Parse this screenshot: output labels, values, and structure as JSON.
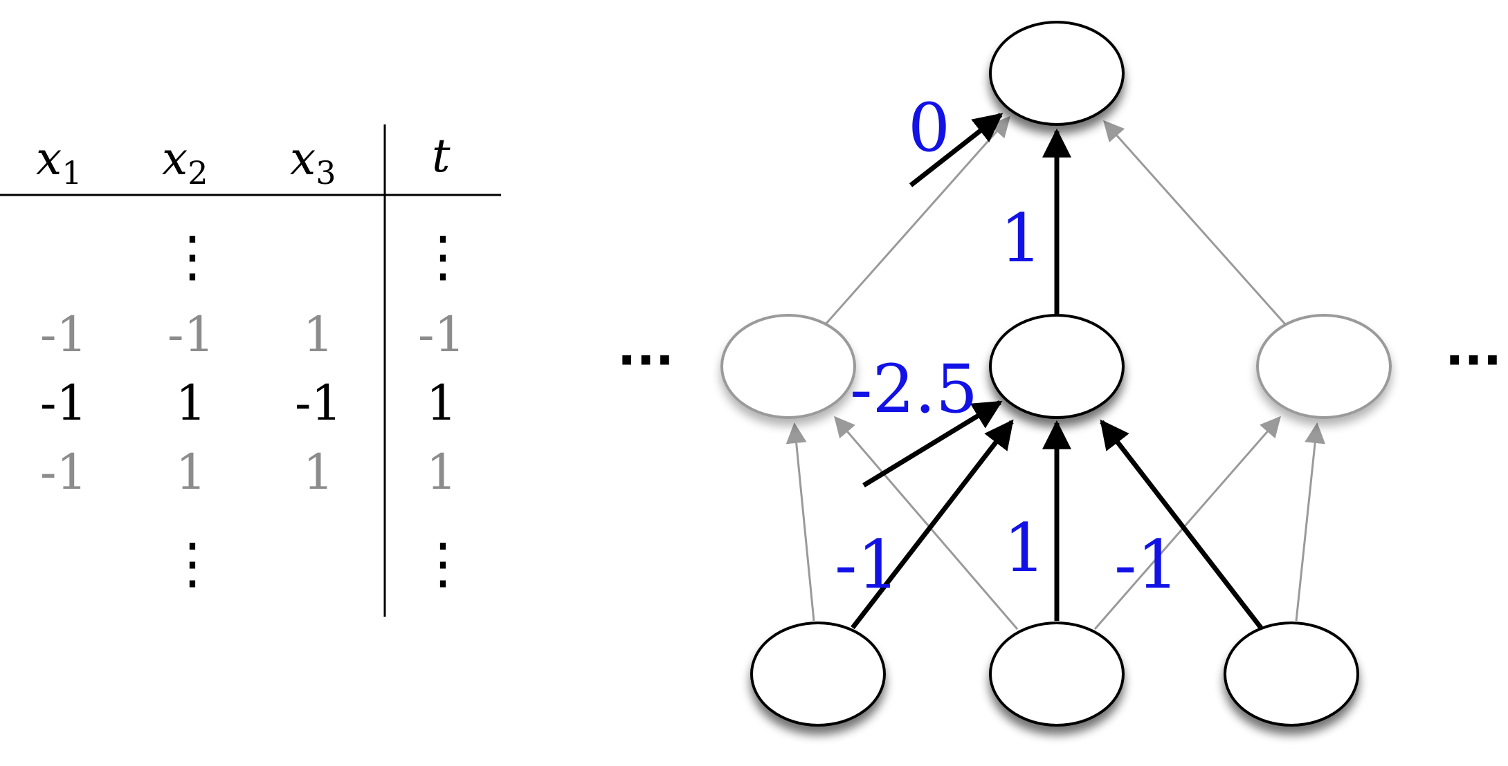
{
  "table": {
    "headers": [
      {
        "var": "x",
        "sub": "1"
      },
      {
        "var": "x",
        "sub": "2"
      },
      {
        "var": "x",
        "sub": "3"
      },
      {
        "var": "t",
        "sub": ""
      }
    ],
    "top_ellipsis": "⋮",
    "bottom_ellipsis": "⋮",
    "rows": [
      {
        "values": [
          "-1",
          "-1",
          "1",
          "-1"
        ],
        "highlight": false
      },
      {
        "values": [
          "-1",
          "1",
          "-1",
          "1"
        ],
        "highlight": true
      },
      {
        "values": [
          "-1",
          "1",
          "1",
          "1"
        ],
        "highlight": false
      }
    ]
  },
  "network": {
    "left_ellipsis": "···",
    "right_ellipsis": "···",
    "weights": {
      "output_bias": "0",
      "hidden_to_output": "1",
      "hidden_bias": "-2.5",
      "x1_to_hidden": "-1",
      "x2_to_hidden": "1",
      "x3_to_hidden": "-1"
    }
  },
  "colors": {
    "weight_label": "#1212e6",
    "active_edge": "#000000",
    "inactive_edge": "#9a9a9a",
    "gray_text": "#8c8c8c"
  }
}
